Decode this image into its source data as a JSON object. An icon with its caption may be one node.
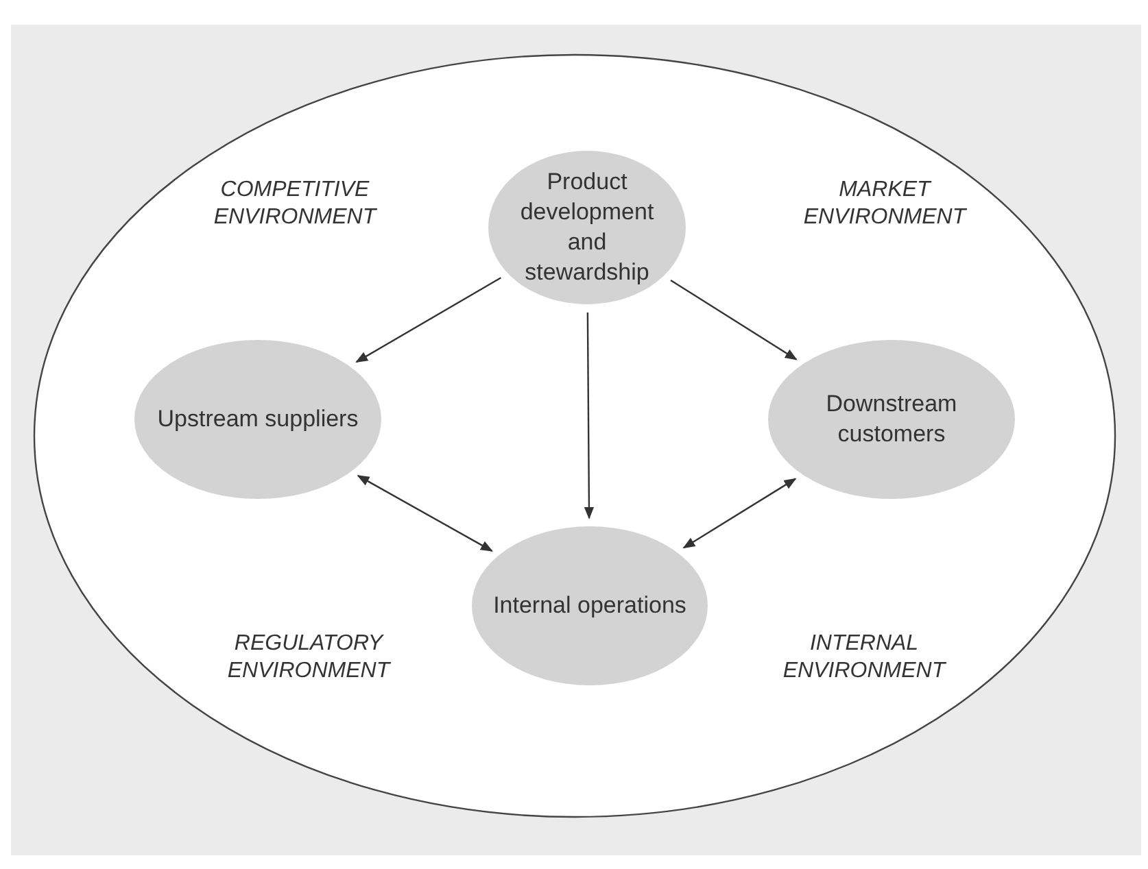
{
  "diagram": {
    "nodes": [
      {
        "text": [
          "Product development and stewardship"
        ]
      },
      {
        "text": [
          "Upstream suppliers"
        ]
      },
      {
        "text": [
          "Downstream customers"
        ]
      },
      {
        "text": [
          "Internal operations"
        ]
      }
    ],
    "edges": [
      {
        "from": 0,
        "to": 1,
        "arrow": "to"
      },
      {
        "from": 0,
        "to": 2,
        "arrow": "to"
      },
      {
        "from": 0,
        "to": 3,
        "arrow": "to"
      },
      {
        "from": 1,
        "to": 3,
        "arrow": "both"
      },
      {
        "from": 2,
        "to": 3,
        "arrow": "both"
      }
    ],
    "labels": [
      "COMPETITIVE ENVIRONMENT",
      "MARKET ENVIRONMENT",
      "REGULATORY ENVIRONMENT",
      "INTERNAL ENVIRONMENT"
    ]
  }
}
